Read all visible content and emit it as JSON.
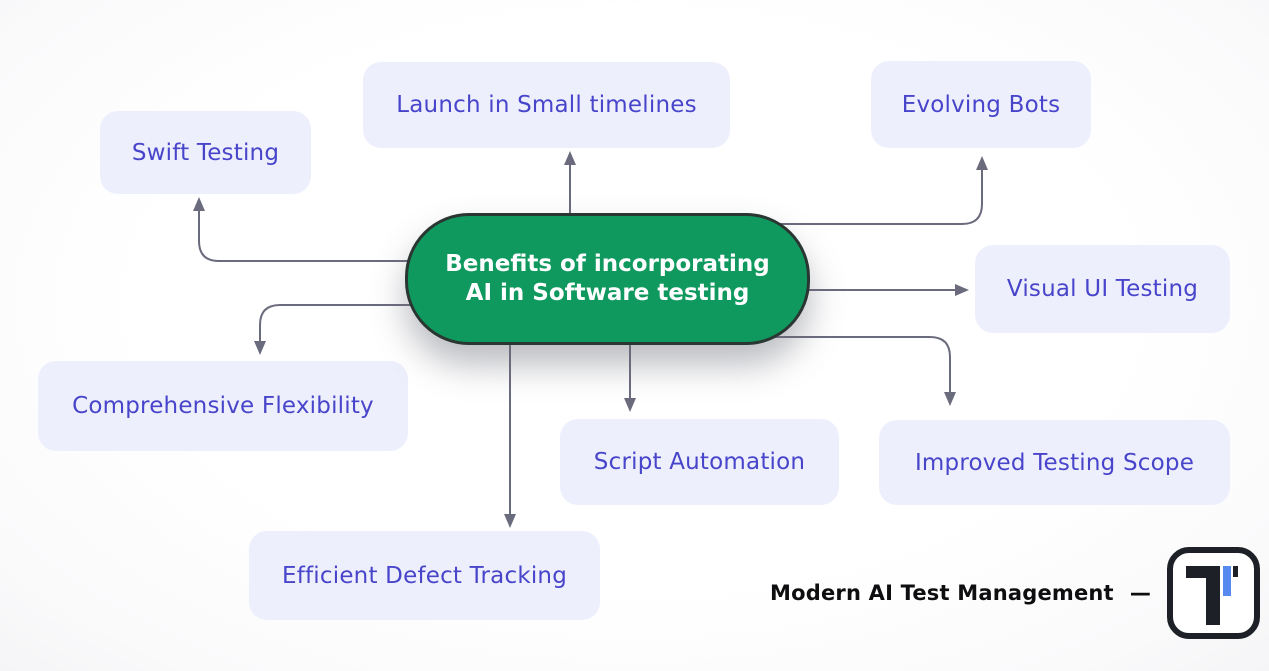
{
  "diagram": {
    "center": {
      "label": "Benefits of incorporating AI in Software testing"
    },
    "nodes": {
      "swift": {
        "label": "Swift Testing"
      },
      "launch": {
        "label": "Launch in Small timelines"
      },
      "evolving": {
        "label": "Evolving Bots"
      },
      "visual": {
        "label": "Visual UI Testing"
      },
      "improved": {
        "label": "Improved Testing Scope"
      },
      "script": {
        "label": "Script Automation"
      },
      "flexibility": {
        "label": "Comprehensive Flexibility"
      },
      "defect": {
        "label": "Efficient Defect Tracking"
      }
    },
    "connections": [
      "center -> Swift Testing",
      "center -> Launch in Small timelines",
      "center -> Evolving Bots",
      "center -> Visual UI Testing",
      "center -> Improved Testing Scope",
      "center -> Script Automation",
      "center -> Efficient Defect Tracking",
      "center -> Comprehensive Flexibility"
    ]
  },
  "footer": {
    "brand_text": "Modern AI Test Management",
    "dash": "—",
    "logo_name": "testsigma-logo"
  },
  "colors": {
    "center_fill": "#10995f",
    "center_border": "#2a3631",
    "node_fill": "#edeffc",
    "node_text": "#4845cb",
    "connector": "#6b6b7e",
    "logo_black": "#1d2127",
    "logo_blue": "#578af0"
  }
}
